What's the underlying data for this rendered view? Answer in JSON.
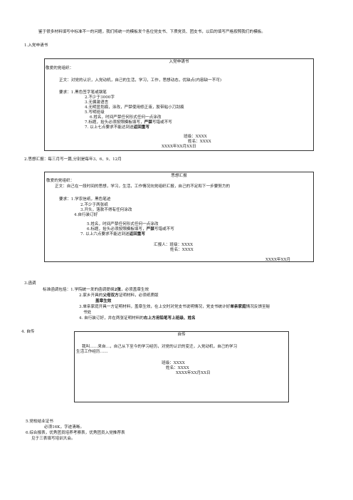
{
  "intro": "鉴于很多材料填写中标准不一的问题，我们将统一的模板发个各位党支书、下质党员、团支书，以后的填写严格按照我们的模板。",
  "s1": {
    "heading": "1.入党申请书",
    "title": "入党申请书",
    "greeting": "敬爱的党组织：",
    "body": "正文：对党的认识，入党动机，自己的生活，学习，工作，思想动态，优缺点(内容缺一不可)",
    "req_label": "要求：1.黑色签字笔或钢笔",
    "reqs": [
      "2.不少于3000字",
      "3.无偏激语言",
      "4.无明显划痕，涂改，严禁使用修正液，胶带粘小刀刮痕",
      "5.写明班级"
    ],
    "req6": "6.姓名，时间严禁任何形式任何一点涂改",
    "req7_a": "7.标题，抬头必须按照模板填写，",
    "req7_bold": "严禁",
    "req7_b": "写错或不写",
    "req8_a": "7.  以上七点要求不能达到送",
    "req8_bold": "返回重写",
    "class": "班级：XXXX",
    "name": "姓名：XXXX",
    "date": "XXXX年XX月XX日"
  },
  "s2": {
    "heading": "2.思想汇报：每三月写一篇,分别是每年3、6、9、12月",
    "title": "思想汇报",
    "greeting": "敬爱的党组织：",
    "body": "正文：自己在一段时间的思想，学习，生活，工作情况向党组织汇报，自己的不足和下一步要努力的",
    "req_label": "要求：1.学农信纸，黑色笔迹",
    "reqs": [
      "2.不少于两张纸",
      "3.开头，落款不得有任何涂改",
      "4.自行装订好"
    ],
    "req5": "5.姓名，时间严禁任何形式任何一点涂改",
    "req6_a": "6.标题，抬头必须按照模板填写，",
    "req6_bold": "严禁",
    "req6_b": "写错或不写",
    "req7_a": "7.  以上六点要求不能达到送",
    "req7_bold": "返回重写",
    "reporter": "汇报人：班级：XXXX",
    "name": "姓名：XXXX",
    "date": "XXXX年XX月"
  },
  "s3": {
    "heading": "3.函调",
    "line1_a": "标准函调包括：1.学院统一发的函调提纲",
    "line1_bold": "2张",
    "line1_b": "，必须盖章生效",
    "line2_a": "2.家乡开具的",
    "line2_bold": "父母双方",
    "line2_b": "证明材料，必须纸质版",
    "line2c": "盖章生效",
    "line3_a": "3.单亲家庭开具一方证明材料，盖章生效，在上交时对党支书说明情况，党支书统计好",
    "line3_bold": "单亲家庭",
    "line3_b": "情况反馈至秘",
    "line3c": "书处",
    "line4_a": "4. 自行装订好，并在两张证明材料的",
    "line4_bold": "右上方用铅笔写上班级、姓名"
  },
  "s4": {
    "heading": "4.  自传",
    "title": "自传",
    "body1": "我叫……来自…，自己从下至今的学习经历，对党的认识的变迁，入党动机，自己的学习",
    "body2": "生活工作经历……",
    "class": "班级：XXXX",
    "name": "姓名：XXXX",
    "date": "XXXX年XX月XX日"
  },
  "s5": {
    "l1": "5.党校结业证书",
    "l2": "必须16K，字迹清晰。",
    "l3": "6.综合报表，优秀团员培养考察表，优秀团员入党推荐表",
    "l4": "见于三表填写培训大会。"
  }
}
